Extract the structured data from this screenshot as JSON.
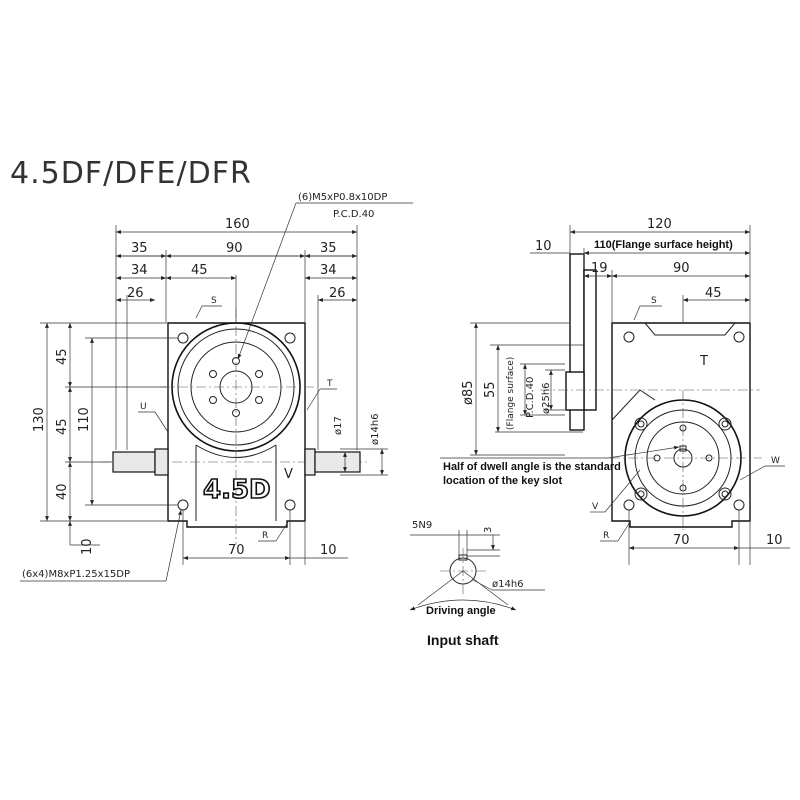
{
  "title": "4.5DF/DFE/DFR",
  "front_view": {
    "model_mark": "4.5D",
    "v_mark": "V",
    "tap_note": "(6)M5xP0.8x10DP",
    "pcd_note": "P.C.D.40",
    "mount_note": "(6x4)M8xP1.25x15DP",
    "dims": {
      "overall_width": "160",
      "left_offset": "35",
      "center_span": "90",
      "right_offset": "35",
      "left_34": "34",
      "half_45": "45",
      "right_34": "34",
      "left_26": "26",
      "right_26": "26",
      "height_130": "130",
      "height_110": "110",
      "upper_45": "45",
      "lower_45": "45",
      "base_40": "40",
      "base_10": "10",
      "bottom_70": "70",
      "bottom_10": "10",
      "dia_17": "ø17",
      "dia_14h6": "ø14h6"
    },
    "marks": {
      "s": "S",
      "t": "T",
      "u": "U",
      "r": "R"
    }
  },
  "side_view": {
    "overall_120": "120",
    "offset_10": "10",
    "flange_height": "110(Flange surface height)",
    "dim_19": "19",
    "dim_90": "90",
    "dim_45": "45",
    "dia_85": "ø85",
    "dim_55": "55",
    "flange_surface": "(Flange surface)",
    "pcd_40": "P.C.D.40",
    "dia_25h6": "ø25h6",
    "dwell_note_1": "Half of dwell angle is the standard",
    "dwell_note_2": "location of the key slot",
    "bottom_70": "70",
    "bottom_10": "10",
    "marks": {
      "s": "S",
      "t": "T",
      "w": "W",
      "v": "V",
      "r": "R"
    }
  },
  "input_shaft": {
    "key_width": "5N9",
    "key_depth": "3",
    "dia": "ø14h6",
    "driving_angle": "Driving angle",
    "caption": "Input shaft"
  }
}
